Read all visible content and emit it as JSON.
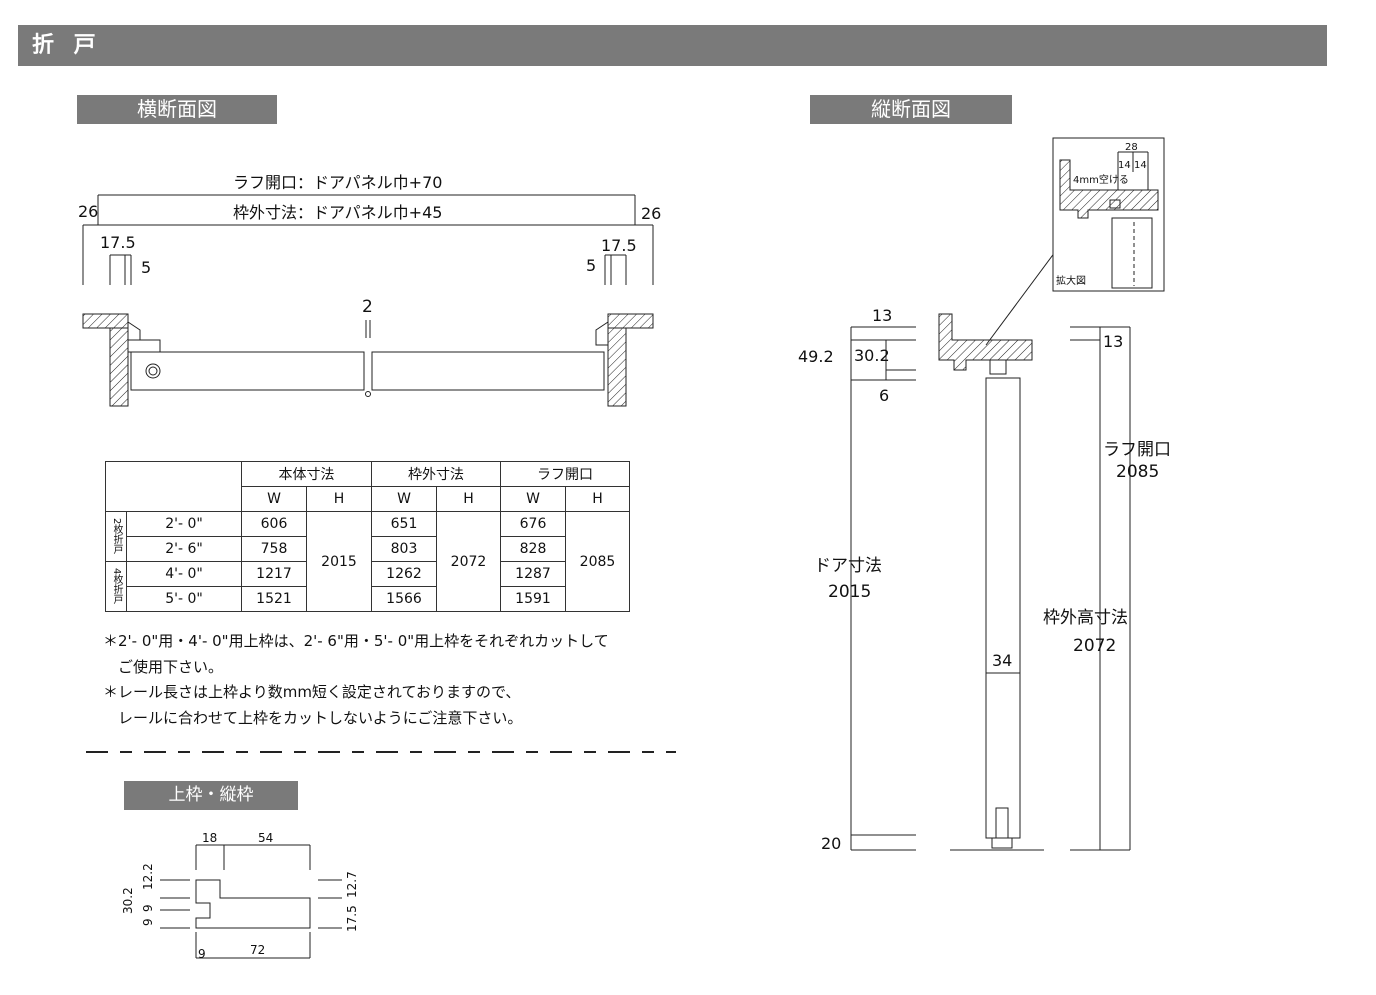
{
  "header": {
    "title": "折 戸"
  },
  "sections": {
    "horizontal": "横断面図",
    "vertical": "縦断面図",
    "frame": "上枠・縦枠"
  },
  "horizontal_section": {
    "rough_opening_label": "ラフ開口：ドアパネル巾+70",
    "frame_outer_label": "枠外寸法：ドアパネル巾+45",
    "dim_26_left": "26",
    "dim_26_right": "26",
    "dim_175_left": "17.5",
    "dim_175_right": "17.5",
    "dim_5_left": "5",
    "dim_5_right": "5",
    "dim_gap": "2"
  },
  "table": {
    "groups": [
      "本体寸法",
      "枠外寸法",
      "ラフ開口"
    ],
    "sub": [
      "W",
      "H",
      "W",
      "H",
      "W",
      "H"
    ],
    "side_2": "2枚折戸",
    "side_4": "4枚折戸",
    "rows": [
      {
        "size": "2'- 0\"",
        "w1": "606",
        "w2": "651",
        "w3": "676"
      },
      {
        "size": "2'- 6\"",
        "w1": "758",
        "w2": "803",
        "w3": "828"
      },
      {
        "size": "4'- 0\"",
        "w1": "1217",
        "w2": "1262",
        "w3": "1287"
      },
      {
        "size": "5'- 0\"",
        "w1": "1521",
        "w2": "1566",
        "w3": "1591"
      }
    ],
    "h1": "2015",
    "h2": "2072",
    "h3": "2085"
  },
  "notes": {
    "line1": "＊2'- 0\"用・4'- 0\"用上枠は、2'- 6\"用・5'- 0\"用上枠をそれぞれカットして",
    "line2": "ご使用下さい。",
    "line3": "＊レール長さは上枠より数mm短く設定されておりますので、",
    "line4": "レールに合わせて上枠をカットしないようにご注意下さい。"
  },
  "frame_section": {
    "d18": "18",
    "d54": "54",
    "d72": "72",
    "d9b": "9",
    "d302": "30.2",
    "d9a": "9",
    "d9c": "9",
    "d122": "12.2",
    "d127": "12.7",
    "d175": "17.5"
  },
  "vertical_section": {
    "d13a": "13",
    "d492": "49.2",
    "d302": "30.2",
    "d6": "6",
    "d13b": "13",
    "rough_label": "ラフ開口",
    "rough_value": "2085",
    "door_label": "ドア寸法",
    "door_value": "2015",
    "frame_label": "枠外高寸法",
    "frame_value": "2072",
    "d34": "34",
    "d20": "20",
    "detail_d28": "28",
    "detail_d14a": "14",
    "detail_d14b": "14",
    "detail_note": "4mm空ける",
    "detail_caption": "拡大図"
  }
}
